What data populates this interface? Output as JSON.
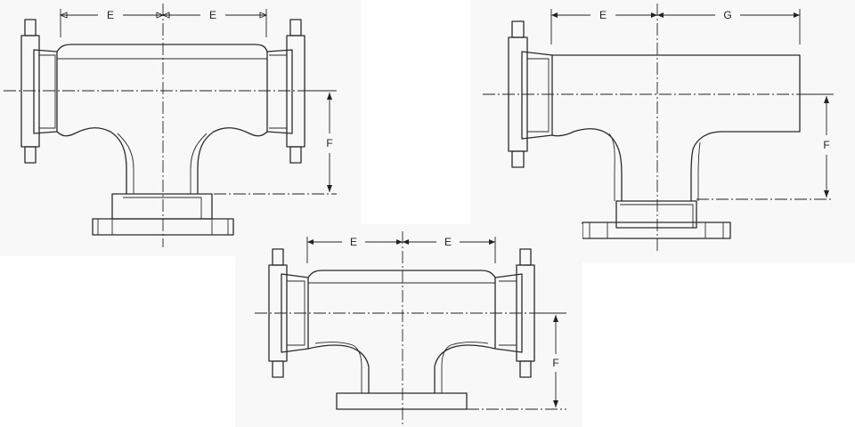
{
  "drawings": [
    {
      "name": "equal-tee-flanged-branch",
      "dimension_labels": {
        "run_left": "E",
        "run_right": "E",
        "branch": "F"
      }
    },
    {
      "name": "reducing-tee-plain-end",
      "dimension_labels": {
        "run_left": "E",
        "run_right": "G",
        "branch": "F"
      }
    },
    {
      "name": "equal-tee-flat-branch",
      "dimension_labels": {
        "run_left": "E",
        "run_right": "E",
        "branch": "F"
      }
    }
  ]
}
